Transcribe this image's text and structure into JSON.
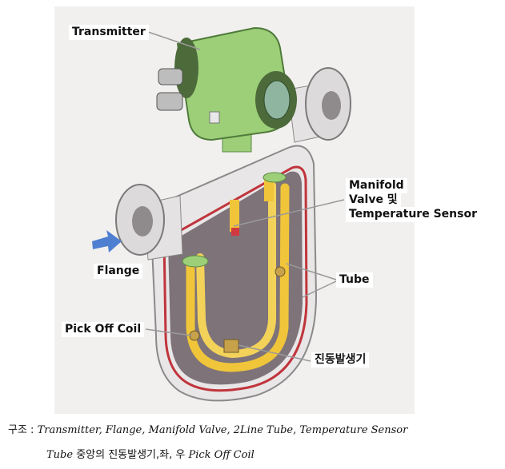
{
  "labels": {
    "transmitter": "Transmitter",
    "manifold_line1": "Manifold",
    "manifold_line2": "Valve 및",
    "manifold_line3": "Temperature Sensor",
    "flange": "Flange",
    "tube": "Tube",
    "pickoff": "Pick Off Coil",
    "vibrator": "진동발생기"
  },
  "caption": {
    "prefix": "구조 :",
    "line1_items": "Transmitter, Flange, Manifold Valve, 2Line Tube, Temperature Sensor",
    "line2_tube": "Tube",
    "line2_text": " 중앙의 진동발생기,좌, 우 ",
    "line2_coil": "Pick Off Coil"
  },
  "colors": {
    "transmitter_green": "#9ccf78",
    "tube_yellow": "#f0c53a",
    "inner_dark": "#7d7379",
    "arrow_blue": "#4f7fd0",
    "outline_red": "#c0343c"
  }
}
